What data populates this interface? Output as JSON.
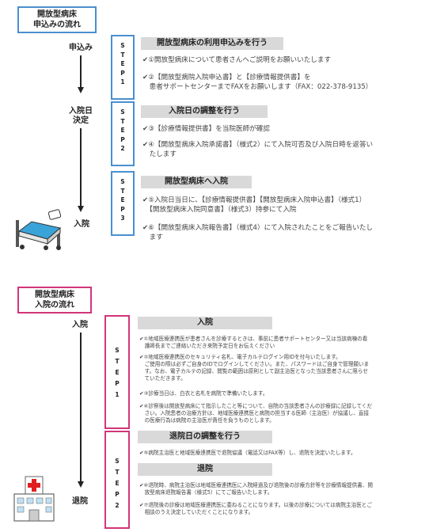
{
  "section1": {
    "title": "開放型病床\n申込みの流れ",
    "labels": {
      "apply": "申込み",
      "admission_date": "入院日\n決定",
      "admission": "入院"
    },
    "steps": [
      {
        "label": "S\nT\nE\nP\n1"
      },
      {
        "label": "S\nT\nE\nP\n2"
      },
      {
        "label": "S\nT\nE\nP\n3"
      }
    ],
    "headers": [
      "開放型病床の利用申込みを行う",
      "入院日の調整を行う",
      "開放型病床へ入院"
    ],
    "items": [
      "✔①開放型病床について患者さんへご説明をお願いいたします",
      "✔②【開放型病院入院申込書】と【診療情報提供書】を\n　患者サポートセンターまでFAXをお願いします（FAX：022-378-9135）",
      "✔③【診療情報提供書】を当院医師が確認",
      "✔④【開放型病床入院承諾書】（様式2）にて入院可否及び入院日時を返答い\n　たします",
      "✔⑤入院日当日に、【診療情報提供書】【開放型病床入院申込書】（様式1）\n　【開放型病床入院同意書】（様式3）持参にて入院",
      "✔⑥【開放型病床入院報告書】（様式4）にて入院されたことをご報告いたし\n　ます"
    ]
  },
  "section2": {
    "title": "開放型病床\n入院の流れ",
    "labels": {
      "admission": "入院",
      "discharge": "退院"
    },
    "steps": [
      {
        "label": "S\nT\nE\nP\n1"
      },
      {
        "label": "S\nT\nE\nP\n2"
      }
    ],
    "headers": [
      "入院",
      "退院日の調整を行う",
      "退院"
    ],
    "items": [
      "✔①地域医療連携医が患者さんを診療するときは、事前に患者サポートセンター又は当該病棟の看\n　護師長までご連絡いただき来院予定日をお伝えください",
      "✔②地域医療連携医のセキュリティ名札、電子カルテログイン用IDを付与いたします。\n　ご使用の際は必ずご自身のIDでログインしてください。また、パスワードはご自身で管理願いま\n　す。なお、電子カルテの記録、閲覧の範囲は原則として副主治医となった当該患者さんに限らせ\n　ていただきます。",
      "✔③診療当日は、白衣と名札を病院で準備いたします。",
      "✔④診察後は開放型病床にて指示したこと等について、自院の当該患者さんの診療録に記録してくだ\n　さい。入院患者の治療方針は、地域医療連携医と病院の担当する医師（主治医）が協議し、直接\n　の医療行為は病院の主治医が責任を負うものとします。",
      "✔⑤病院主治医と地域医療連携医で退院協議（電話又はFAX等）し、退院を決定いたします。",
      "✔⑥退院時、病院主治医は地域医療連携医に入院経過及び退院後の診療方針等を診療情報提供書、開\n　放型病床退院報告書（様式5）にてご報告いたします。",
      "✔⑦退院後の診療は地域医療連携医に委ねることになります。以後の診療については病院主治医とご\n　相談のうえ決定していただくことになります。"
    ]
  },
  "icons": {
    "bed": "hospital-bed-icon",
    "hospital": "hospital-building-icon"
  },
  "colors": {
    "blue_border": "#4a8fcf",
    "pink_border": "#d2357a",
    "header_bg": "#d9d9d9",
    "red_cross": "#e02020"
  }
}
